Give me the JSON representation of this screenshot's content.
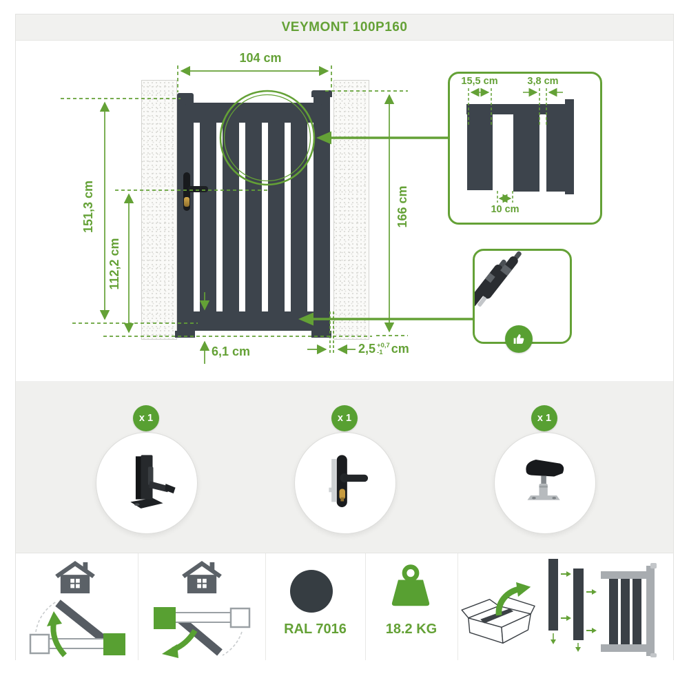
{
  "header": {
    "title": "VEYMONT 100P160"
  },
  "diagram": {
    "dims": {
      "width_top": "104 cm",
      "height_left": "151,3 cm",
      "height_handle": "112,2 cm",
      "height_right": "166 cm",
      "ground_clearance": "6,1 cm",
      "side_gap_value": "2,5",
      "side_gap_tol_plus": "+0,7",
      "side_gap_tol_minus": "-1",
      "side_gap_unit": "cm"
    },
    "inset_slats": {
      "slat_width": "15,5 cm",
      "gap_width": "3,8 cm",
      "bottom_gap": "10 cm"
    },
    "icons": [
      "slat-detail-inset",
      "hinges-inset",
      "thumbs-up-icon",
      "magnifier-circle"
    ]
  },
  "parts": [
    {
      "qty": "x 1",
      "icon": "gate-stop-latch"
    },
    {
      "qty": "x 1",
      "icon": "handle-with-lock"
    },
    {
      "qty": "x 1",
      "icon": "gate-catch-stop"
    }
  ],
  "footer": {
    "cells": [
      {
        "icon": "swing-direction-inward-icon"
      },
      {
        "icon": "swing-direction-outward-icon"
      },
      {
        "icon": "color-swatch-icon",
        "label": "RAL 7016"
      },
      {
        "icon": "weight-icon",
        "label": "18.2 KG"
      },
      {
        "icon": "unboxing-assembly-icon"
      }
    ]
  },
  "colors": {
    "green": "#64a136",
    "accent": "#58a032",
    "anthracite": "#3d444c",
    "ral_swatch": "#363d42",
    "band_gray": "#f0f0ee"
  }
}
